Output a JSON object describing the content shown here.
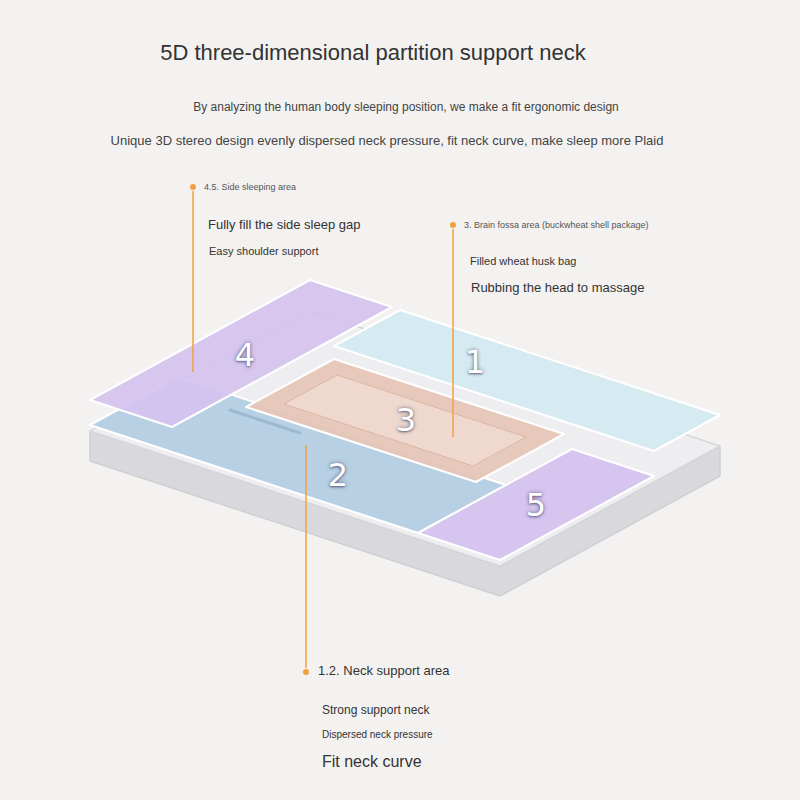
{
  "diagram": {
    "title": "5D three-dimensional partition support neck",
    "labels": [
      "By analyzing the human body sleeping position, we make a fit ergonomic design",
      "Unique 3D stereo design evenly dispersed neck pressure, fit neck curve, make sleep more Plaid",
      "4.5. Side sleeping area",
      "Fully fill the side sleep gap",
      "Easy shoulder support",
      "3. Brain fossa area (buckwheat shell package)",
      "Filled wheat husk bag",
      "Rubbing the head to massage",
      "1.2. Neck support area",
      "Strong support neck",
      "Dispersed neck pressure",
      "Fit neck curve",
      "4",
      "1",
      "3",
      "2",
      "5"
    ]
  }
}
